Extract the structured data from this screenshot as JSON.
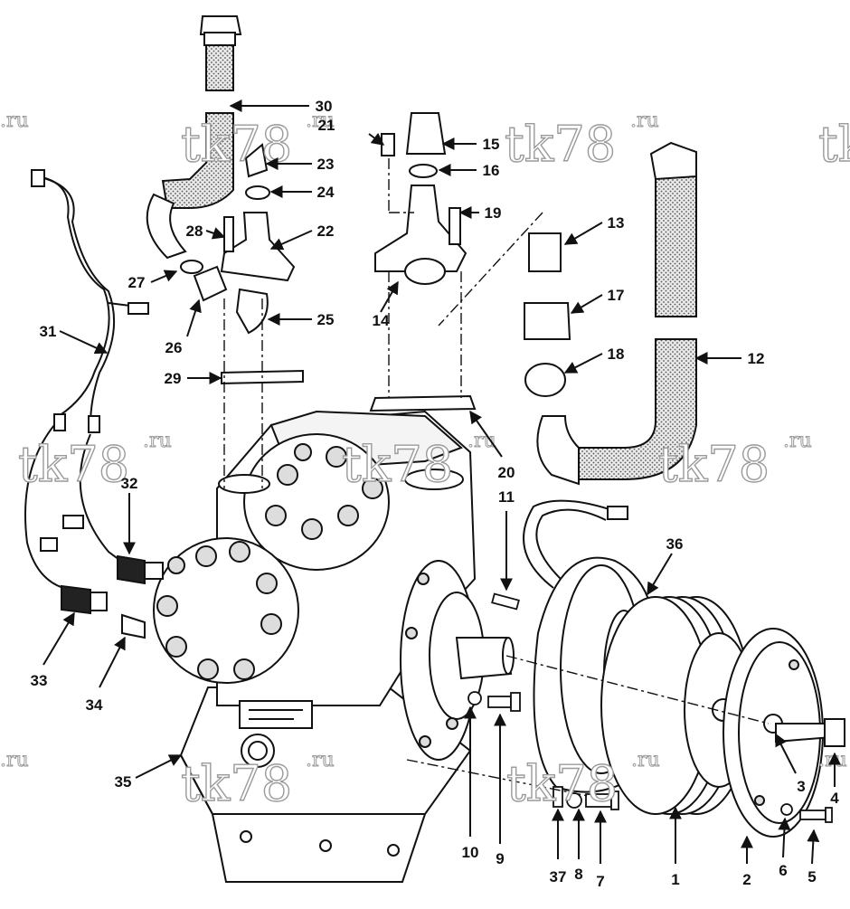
{
  "watermark": {
    "main": "tk78",
    "suffix": ".ru"
  },
  "callouts": [
    {
      "id": "c1",
      "label": "1"
    },
    {
      "id": "c2",
      "label": "2"
    },
    {
      "id": "c3",
      "label": "3"
    },
    {
      "id": "c4",
      "label": "4"
    },
    {
      "id": "c5",
      "label": "5"
    },
    {
      "id": "c6",
      "label": "6"
    },
    {
      "id": "c7",
      "label": "7"
    },
    {
      "id": "c8",
      "label": "8"
    },
    {
      "id": "c9",
      "label": "9"
    },
    {
      "id": "c10",
      "label": "10"
    },
    {
      "id": "c11",
      "label": "11"
    },
    {
      "id": "c12",
      "label": "12"
    },
    {
      "id": "c13",
      "label": "13"
    },
    {
      "id": "c14",
      "label": "14"
    },
    {
      "id": "c15",
      "label": "15"
    },
    {
      "id": "c16",
      "label": "16"
    },
    {
      "id": "c17",
      "label": "17"
    },
    {
      "id": "c18",
      "label": "18"
    },
    {
      "id": "c19",
      "label": "19"
    },
    {
      "id": "c20",
      "label": "20"
    },
    {
      "id": "c21",
      "label": "21"
    },
    {
      "id": "c22",
      "label": "22"
    },
    {
      "id": "c23",
      "label": "23"
    },
    {
      "id": "c24",
      "label": "24"
    },
    {
      "id": "c25",
      "label": "25"
    },
    {
      "id": "c26",
      "label": "26"
    },
    {
      "id": "c27",
      "label": "27"
    },
    {
      "id": "c28",
      "label": "28"
    },
    {
      "id": "c29",
      "label": "29"
    },
    {
      "id": "c30",
      "label": "30"
    },
    {
      "id": "c31",
      "label": "31"
    },
    {
      "id": "c32",
      "label": "32"
    },
    {
      "id": "c33",
      "label": "33"
    },
    {
      "id": "c34",
      "label": "34"
    },
    {
      "id": "c35",
      "label": "35"
    },
    {
      "id": "c36",
      "label": "36"
    },
    {
      "id": "c37",
      "label": "37"
    }
  ]
}
